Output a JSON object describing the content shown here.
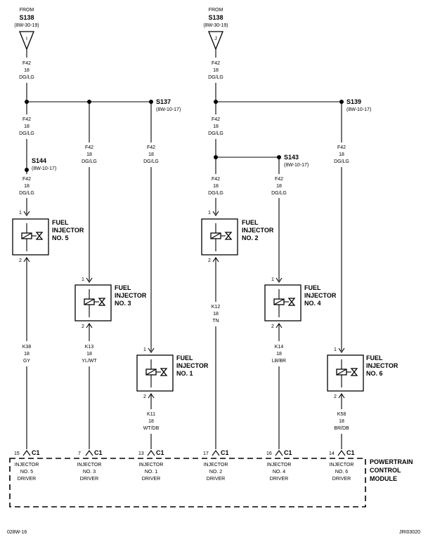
{
  "sources": [
    {
      "from": "FROM",
      "splice": "S138",
      "ref": "(8W-30-19)",
      "connector": "I"
    },
    {
      "from": "FROM",
      "splice": "S138",
      "ref": "(8W-30-19)",
      "connector": "J"
    }
  ],
  "splices": [
    {
      "name": "S137",
      "ref": "(8W-10-17)"
    },
    {
      "name": "S144",
      "ref": "(8W-10-17)"
    },
    {
      "name": "S139",
      "ref": "(8W-10-17)"
    },
    {
      "name": "S143",
      "ref": "(8W-10-17)"
    }
  ],
  "wire_labels": [
    {
      "circuit": "F42",
      "gauge": "18",
      "color": "DG/LG"
    },
    {
      "circuit": "F42",
      "gauge": "18",
      "color": "DG/LG"
    },
    {
      "circuit": "F42",
      "gauge": "18",
      "color": "DG/LG"
    },
    {
      "circuit": "F42",
      "gauge": "18",
      "color": "DG/LG"
    },
    {
      "circuit": "F42",
      "gauge": "18",
      "color": "DG/LG"
    },
    {
      "circuit": "F42",
      "gauge": "18",
      "color": "DG/LG"
    },
    {
      "circuit": "F42",
      "gauge": "18",
      "color": "DG/LG"
    },
    {
      "circuit": "F42",
      "gauge": "18",
      "color": "DG/LG"
    },
    {
      "circuit": "F42",
      "gauge": "18",
      "color": "DG/LG"
    },
    {
      "circuit": "F42",
      "gauge": "18",
      "color": "DG/LG"
    },
    {
      "circuit": "K38",
      "gauge": "18",
      "color": "GY"
    },
    {
      "circuit": "K13",
      "gauge": "18",
      "color": "YL/WT"
    },
    {
      "circuit": "K11",
      "gauge": "18",
      "color": "WT/DB"
    },
    {
      "circuit": "K12",
      "gauge": "18",
      "color": "TN"
    },
    {
      "circuit": "K14",
      "gauge": "18",
      "color": "LB/BR"
    },
    {
      "circuit": "K58",
      "gauge": "18",
      "color": "BR/DB"
    }
  ],
  "injectors": [
    {
      "line1": "FUEL",
      "line2": "INJECTOR",
      "line3": "NO. 5",
      "pin_in": "1",
      "pin_out": "2"
    },
    {
      "line1": "FUEL",
      "line2": "INJECTOR",
      "line3": "NO. 3",
      "pin_in": "1",
      "pin_out": "2"
    },
    {
      "line1": "FUEL",
      "line2": "INJECTOR",
      "line3": "NO. 1",
      "pin_in": "1",
      "pin_out": "2"
    },
    {
      "line1": "FUEL",
      "line2": "INJECTOR",
      "line3": "NO. 2",
      "pin_in": "1",
      "pin_out": "2"
    },
    {
      "line1": "FUEL",
      "line2": "INJECTOR",
      "line3": "NO. 4",
      "pin_in": "1",
      "pin_out": "2"
    },
    {
      "line1": "FUEL",
      "line2": "INJECTOR",
      "line3": "NO. 6",
      "pin_in": "1",
      "pin_out": "2"
    }
  ],
  "pcm_pins": [
    {
      "pin": "15",
      "conn": "C1",
      "l1": "INJECTOR",
      "l2": "NO. 5",
      "l3": "DRIVER"
    },
    {
      "pin": "7",
      "conn": "C1",
      "l1": "INJECTOR",
      "l2": "NO. 3",
      "l3": "DRIVER"
    },
    {
      "pin": "13",
      "conn": "C1",
      "l1": "INJECTOR",
      "l2": "NO. 1",
      "l3": "DRIVER"
    },
    {
      "pin": "17",
      "conn": "C1",
      "l1": "INJECTOR",
      "l2": "NO. 2",
      "l3": "DRIVER"
    },
    {
      "pin": "16",
      "conn": "C1",
      "l1": "INJECTOR",
      "l2": "NO. 4",
      "l3": "DRIVER"
    },
    {
      "pin": "14",
      "conn": "C1",
      "l1": "INJECTOR",
      "l2": "NO. 6",
      "l3": "DRIVER"
    }
  ],
  "module": {
    "l1": "POWERTRAIN",
    "l2": "CONTROL",
    "l3": "MODULE"
  },
  "footer": {
    "left": "028W-16",
    "right": "JRI03020"
  }
}
